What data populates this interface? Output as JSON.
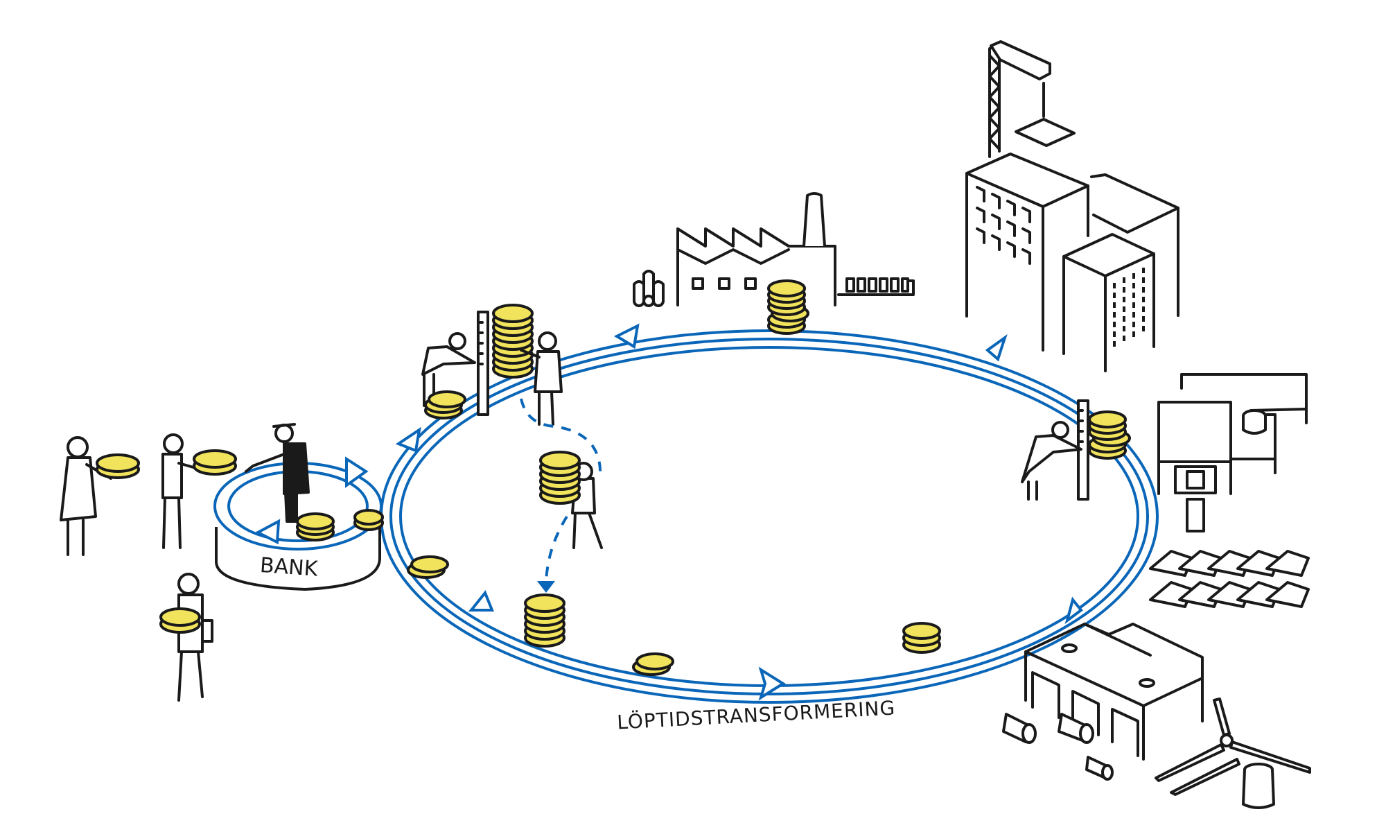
{
  "diagram": {
    "title": "Löptidstransformering",
    "colors": {
      "flow": "#0a66b8",
      "coin": "#f2e35c",
      "ink": "#1a1a1a",
      "background": "#ffffff"
    },
    "labels": {
      "bank": "BANK",
      "cycle": "LÖPTIDSTRANSFORMERING"
    },
    "actors": [
      {
        "role": "depositor-woman",
        "action": "handing coins to bank"
      },
      {
        "role": "depositor-man",
        "action": "handing coins to bank"
      },
      {
        "role": "depositor-young-man",
        "action": "carrying coins"
      },
      {
        "role": "banker",
        "action": "receiving deposits"
      },
      {
        "role": "measurer-left",
        "action": "measuring coin stack"
      },
      {
        "role": "coin-stacker",
        "action": "stacking coins"
      },
      {
        "role": "coin-carrier",
        "action": "carrying coin stack"
      },
      {
        "role": "measurer-right",
        "action": "measuring coin stack"
      }
    ],
    "scenery": [
      "factory",
      "pipes",
      "conveyor",
      "office-buildings",
      "construction-crane",
      "car-plant",
      "parked-cars",
      "power-plant",
      "wind-turbine"
    ]
  }
}
